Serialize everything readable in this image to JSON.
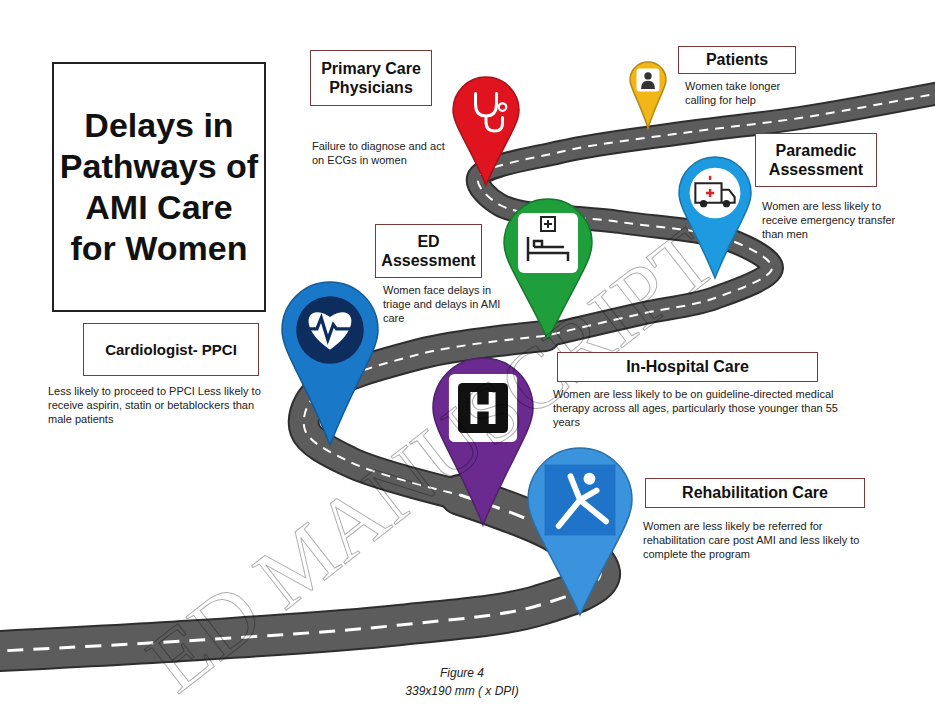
{
  "diagram": {
    "title": "Delays in Pathways of AMI Care for Women",
    "caption": "Figure 4",
    "nodes": [
      {
        "text": [
          "Primary Care Physicians",
          "Failure to diagnose and act on ECGs in women"
        ]
      },
      {
        "text": [
          "Patients",
          "Women take longer calling for help"
        ]
      },
      {
        "text": [
          "Paramedic Assessment",
          "Women are less likely to receive emergency transfer than men"
        ]
      },
      {
        "text": [
          "ED Assessment",
          "Women face delays in triage and delays in AMI care"
        ]
      },
      {
        "text": [
          "Cardiologist- PPCI",
          "Less likely to proceed to PPCI Less likely to receive aspirin, statin or betablockers than male patients"
        ]
      },
      {
        "text": [
          "In-Hospital Care",
          "Women are less likely to be on guideline-directed medical therapy across all ages, particularly those younger than 55 years"
        ]
      },
      {
        "text": [
          "Rehabilitation Care",
          "Women are less likely be referred for rehabilitation care post AMI and less likely to complete the program"
        ]
      }
    ],
    "labels": [
      "339x190 mm ( x DPI)",
      "ED MANUSCRIPT"
    ]
  }
}
